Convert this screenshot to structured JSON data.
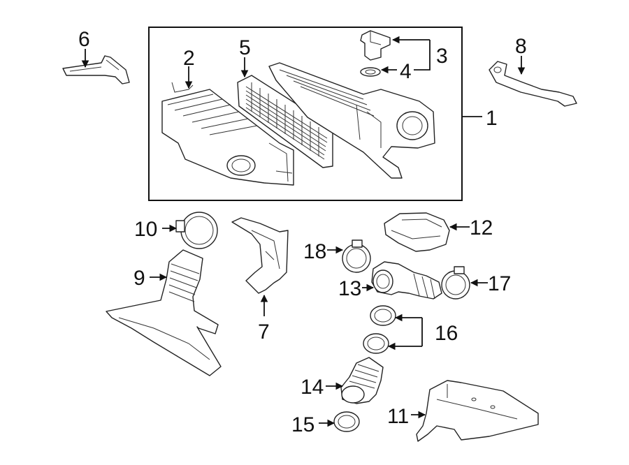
{
  "callouts": [
    "1",
    "2",
    "3",
    "4",
    "5",
    "6",
    "7",
    "8",
    "9",
    "10",
    "11",
    "12",
    "13",
    "14",
    "15",
    "16",
    "17",
    "18"
  ],
  "icons": {
    "air_cleaner_assembly": "box-frame",
    "arrow": "arrowhead-triangle"
  }
}
